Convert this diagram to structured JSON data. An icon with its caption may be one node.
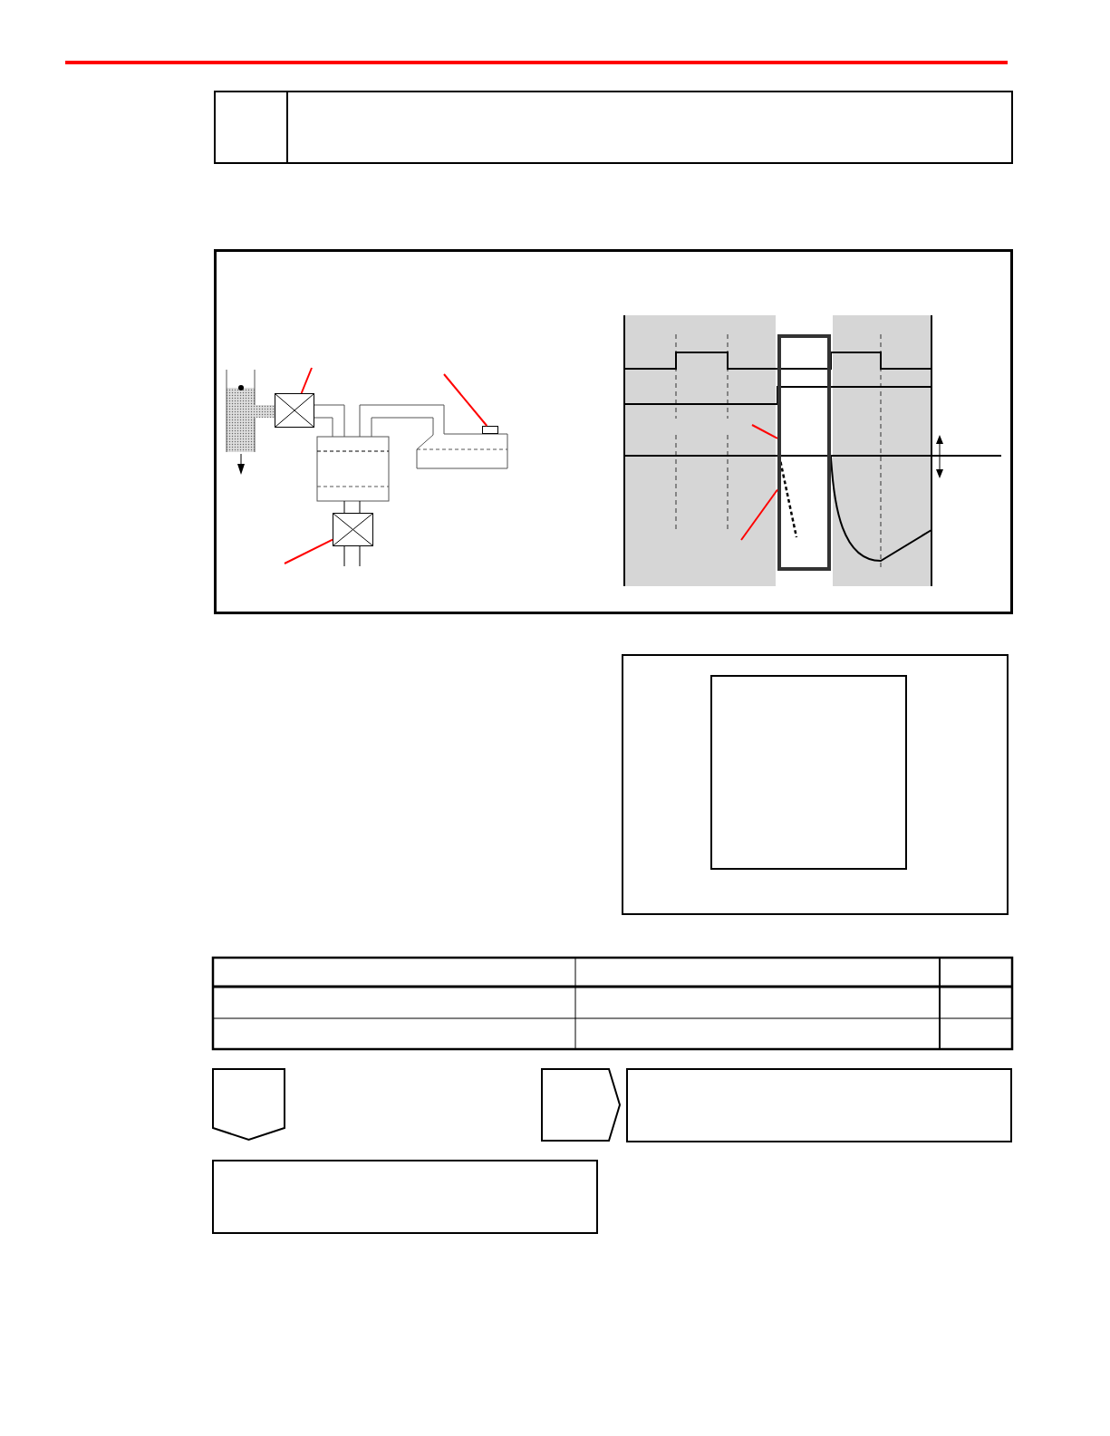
{
  "diagram": {
    "nodes": [
      {
        "text": [],
        "shape": "box"
      },
      {
        "text": [],
        "shape": "box"
      },
      {
        "text": [],
        "shape": "valve",
        "in": 1
      },
      {
        "text": [],
        "shape": "box",
        "in": 1
      },
      {
        "text": [],
        "shape": "valve",
        "in": 1
      },
      {
        "text": [],
        "shape": "box",
        "in": 1
      },
      {
        "text": [],
        "shape": "box"
      },
      {
        "text": [],
        "shape": "box",
        "in": 6
      },
      {
        "text": [],
        "shape": "pentagon"
      },
      {
        "text": [],
        "shape": "pentagon"
      },
      {
        "text": [],
        "shape": "box"
      },
      {
        "text": [],
        "shape": "box"
      }
    ],
    "edges": [
      {
        "from": null,
        "to": 2,
        "arrow": "none",
        "color": "#ff0000"
      },
      {
        "from": null,
        "to": 3,
        "arrow": "none",
        "color": "#ff0000"
      },
      {
        "from": null,
        "to": 4,
        "arrow": "none",
        "color": "#ff0000"
      },
      {
        "from": null,
        "to": 5,
        "arrow": "none",
        "color": "#ff0000"
      },
      {
        "from": null,
        "to": 5,
        "arrow": "none",
        "color": "#ff0000"
      }
    ]
  }
}
